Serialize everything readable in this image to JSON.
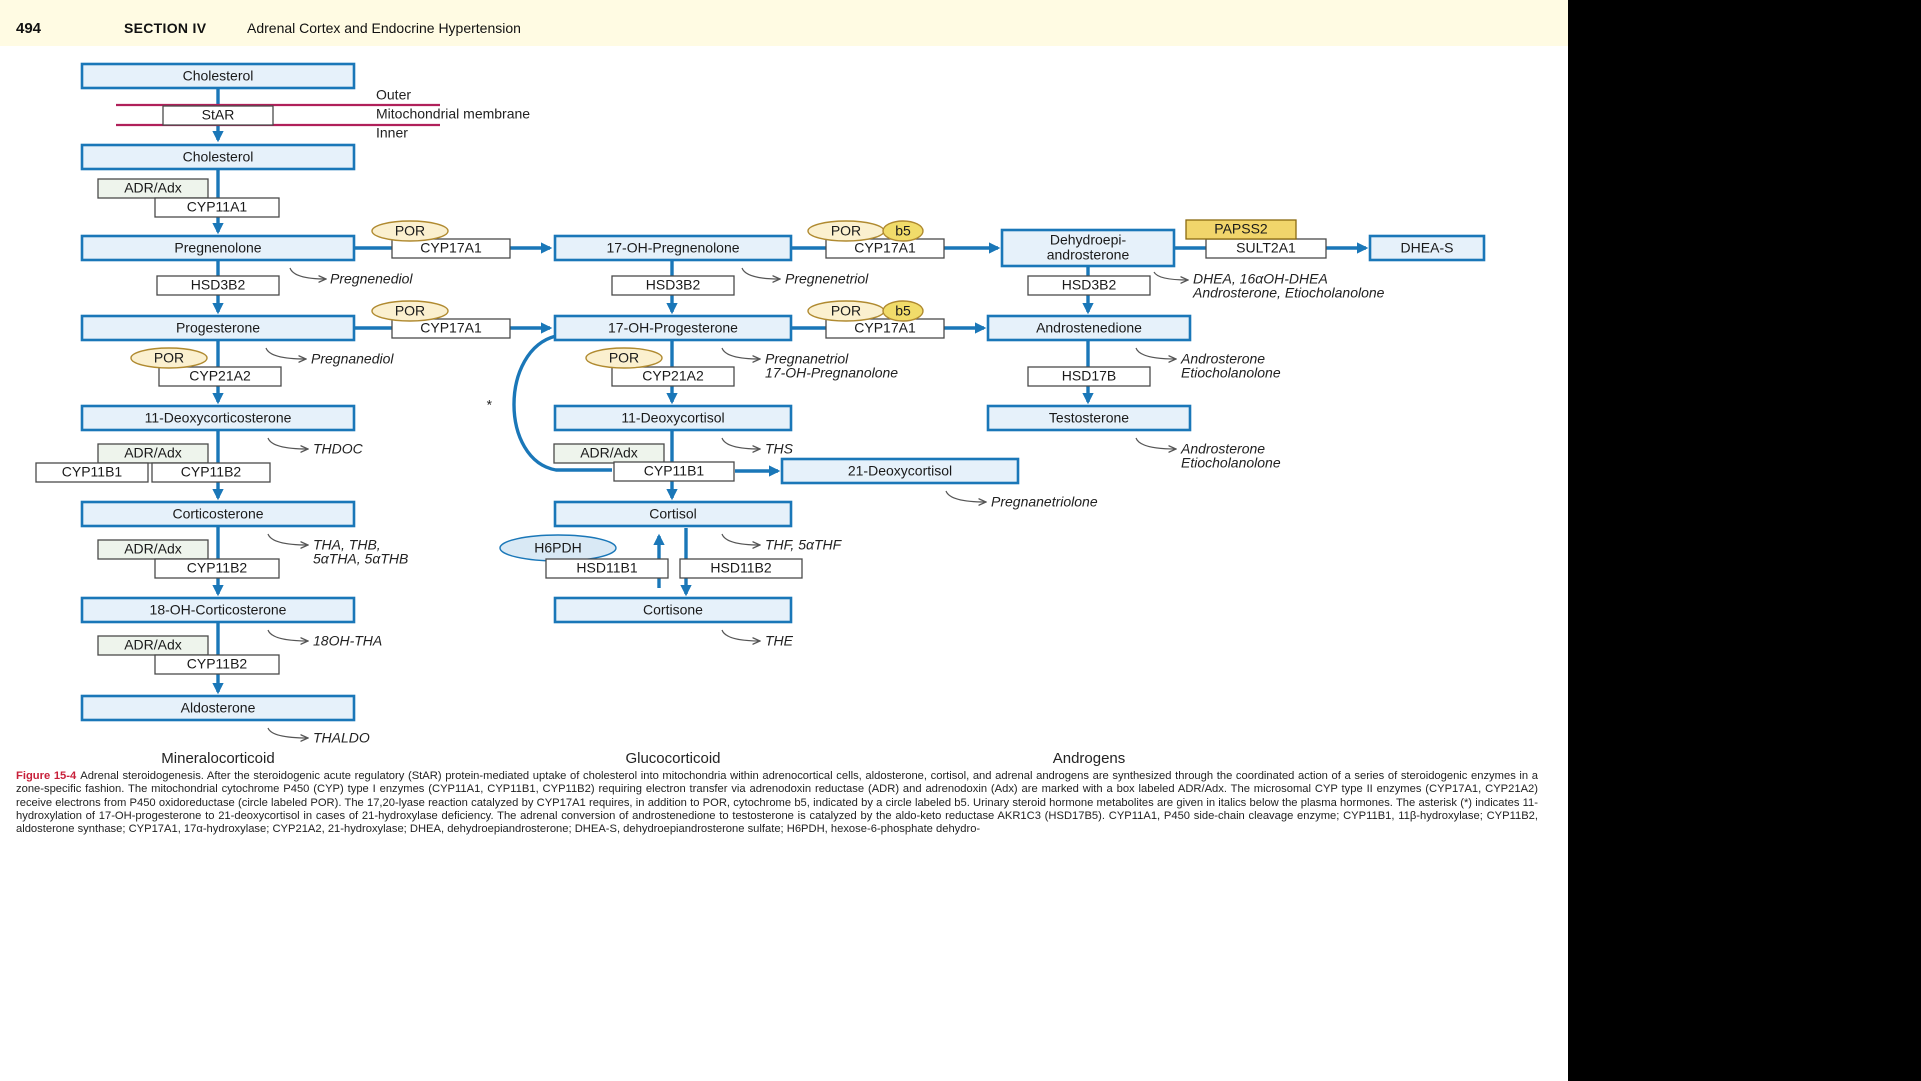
{
  "header": {
    "page_number": "494",
    "section": "SECTION IV",
    "section_title": "Adrenal Cortex and Endocrine Hypertension"
  },
  "colors": {
    "pathway_blue": "#1a77b8",
    "membrane": "#b0205a",
    "caption_label": "#c8203a",
    "por_fill": "#fbf0cf",
    "bs_fill": "#f1dc6a",
    "papss2_fill": "#f1d56b",
    "header_band": "#fffbe3"
  },
  "steroids": {
    "cholesterol_outer": "Cholesterol",
    "cholesterol_inner": "Cholesterol",
    "pregnenolone": "Pregnenolone",
    "oh17_pregnenolone": "17-OH-Pregnenolone",
    "dhea": "Dehydroepi-",
    "dhea_2": "androsterone",
    "dhea_s": "DHEA-S",
    "progesterone": "Progesterone",
    "oh17_progesterone": "17-OH-Progesterone",
    "androstenedione": "Androstenedione",
    "doc": "11-Deoxycorticosterone",
    "deoxycortisol11": "11-Deoxycortisol",
    "testosterone": "Testosterone",
    "deoxycortisol21": "21-Deoxycortisol",
    "corticosterone": "Corticosterone",
    "cortisol": "Cortisol",
    "oh18_corticosterone": "18-OH-Corticosterone",
    "cortisone": "Cortisone",
    "aldosterone": "Aldosterone"
  },
  "enzymes": {
    "star": "StAR",
    "adr_adx": "ADR/Adx",
    "cyp11a1": "CYP11A1",
    "cyp17a1": "CYP17A1",
    "hsd3b2": "HSD3B2",
    "cyp21a2": "CYP21A2",
    "cyp11b1": "CYP11B1",
    "cyp11b2": "CYP11B2",
    "sult2a1": "SULT2A1",
    "papss2": "PAPSS2",
    "hsd17b": "HSD17B",
    "hsd11b1": "HSD11B1",
    "hsd11b2": "HSD11B2",
    "h6pdh": "H6PDH",
    "por": "POR",
    "bs": "b5"
  },
  "membrane": {
    "outer": "Outer",
    "middle": "Mitochondrial membrane",
    "inner": "Inner"
  },
  "metabolites": {
    "pregnenediol": "Pregnenediol",
    "pregnenetriol": "Pregnenetriol",
    "dhea_line1": "DHEA, 16αOH-DHEA",
    "dhea_line2": "Androsterone, Etiocholanolone",
    "pregnanediol": "Pregnanediol",
    "pregnanetriol": "Pregnanetriol",
    "oh17_preg": "17-OH-Pregnanolone",
    "andro1_line1": "Androsterone",
    "andro1_line2": "Etiocholanolone",
    "thdoc": "THDOC",
    "ths": "THS",
    "andro2_line1": "Androsterone",
    "andro2_line2": "Etiocholanolone",
    "pregnanetriolone": "Pregnanetriolone",
    "tha_line1": "THA, THB,",
    "tha_line2": "5αTHA, 5αTHB",
    "thf": "THF, 5αTHF",
    "oh18_tha": "18OH-THA",
    "the": "THE",
    "thaldo": "THALDO",
    "asterisk": "*"
  },
  "columns": {
    "mineralo": "Mineralocorticoid",
    "gluco": "Glucocorticoid",
    "andro": "Androgens"
  },
  "caption": {
    "label": "Figure 15-4",
    "text": "Adrenal steroidogenesis. After the steroidogenic acute regulatory (StAR) protein-mediated uptake of cholesterol into mitochondria within adrenocortical cells, aldosterone, cortisol, and adrenal androgens are synthesized through the coordinated action of a series of steroidogenic enzymes in a zone-specific fashion. The mitochondrial cytochrome P450 (CYP) type I enzymes (CYP11A1, CYP11B1, CYP11B2) requiring electron transfer via adrenodoxin reductase (ADR) and adrenodoxin (Adx) are marked with a box labeled ADR/Adx. The microsomal CYP type II enzymes (CYP17A1, CYP21A2) receive electrons from P450 oxidoreductase (circle labeled POR). The 17,20-lyase reaction catalyzed by CYP17A1 requires, in addition to POR, cytochrome b5, indicated by a circle labeled b5. Urinary steroid hormone metabolites are given in italics below the plasma hormones. The asterisk (*) indicates 11-hydroxylation of 17-OH-progesterone to 21-deoxycortisol in cases of 21-hydroxylase deficiency. The adrenal conversion of androstenedione to testosterone is catalyzed by the aldo-keto reductase AKR1C3 (HSD17B5). CYP11A1, P450 side-chain cleavage enzyme; CYP11B1, 11β-hydroxylase; CYP11B2, aldosterone synthase; CYP17A1, 17α-hydroxylase; CYP21A2, 21-hydroxylase; DHEA, dehydroepiandrosterone; DHEA-S, dehydroepiandrosterone sulfate; H6PDH, hexose-6-phosphate dehydro-"
  }
}
